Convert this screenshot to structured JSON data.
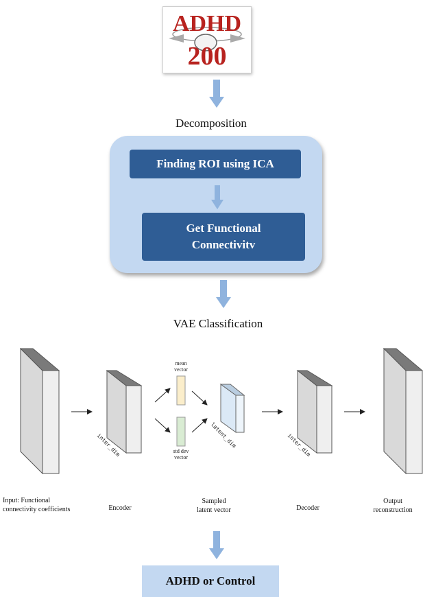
{
  "logo": {
    "top_text": "ADHD",
    "bottom_text": "200"
  },
  "steps": {
    "decomposition": "Decomposition",
    "roi_box": "Finding ROI using ICA",
    "fc_box_line1": "Get Functional",
    "fc_box_line2": "Connectivitv",
    "vae": "VAE Classification"
  },
  "vae_diagram": {
    "input_caption_line1": "Input: Functional",
    "input_caption_line2": "connectivity coefficients",
    "encoder_caption": "Encoder",
    "sampled_caption_line1": "Sampled",
    "sampled_caption_line2": "latent vector",
    "decoder_caption": "Decoder",
    "output_caption_line1": "Output",
    "output_caption_line2": "reconstruction",
    "mean_label_line1": "mean",
    "mean_label_line2": "vector",
    "std_label_line1": "std dev",
    "std_label_line2": "vector",
    "inter_dim_label": "inter_dim",
    "latent_dim_label": "latent_dim"
  },
  "result": "ADHD or Control",
  "colors": {
    "box_dark": "#2f5d95",
    "panel_light": "#c3d8f1",
    "arrow": "#8fb3de",
    "logo_red": "#b8231f"
  }
}
